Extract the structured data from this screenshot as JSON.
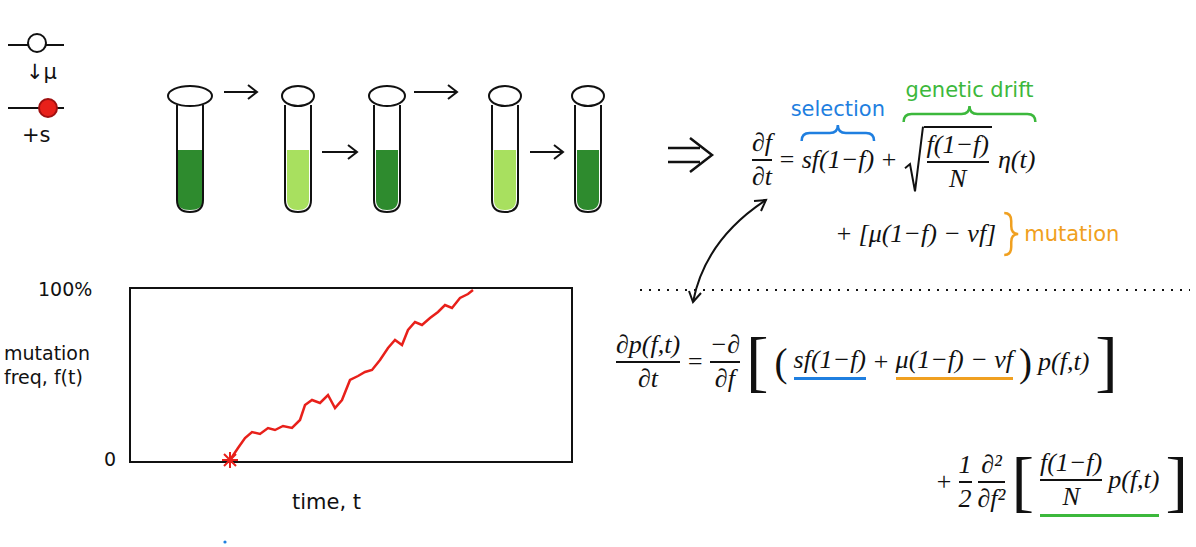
{
  "diagram": {
    "labels": [
      "selection",
      "genetic drift",
      "mutation",
      "↓μ",
      "+s",
      "100%",
      "mutation freq, f(t)",
      "0",
      "time, t",
      "∂f",
      "∂t",
      "=",
      "sf(1−f)",
      "+",
      "f(1−f)",
      "N",
      "η(t)",
      "+",
      "[μ(1−f) − νf]",
      "∂p(f,t)",
      "∂t",
      "=",
      "−∂",
      "∂f",
      "[",
      "(",
      "sf(1−f)",
      "+",
      "μ(1−f) − νf",
      ")",
      "p(f,t)",
      "]",
      "+",
      "1",
      "2",
      "∂²",
      "∂f²",
      "[",
      "f(1−f)",
      "N",
      "p(f,t)",
      "]"
    ]
  }
}
